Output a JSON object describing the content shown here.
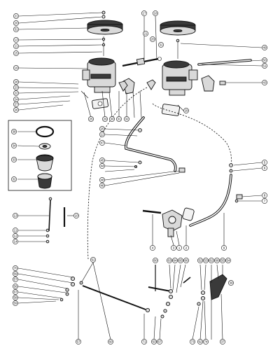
{
  "callouts": {
    "c_tl1": "21",
    "c_tl2": "20",
    "c_tl3": "31",
    "c_l4": "13",
    "c_l5": "11",
    "c_l6": "15",
    "c_l7": "19",
    "c_l8": "28",
    "c_l9": "23",
    "c_l10": "22",
    "c_l11": "24",
    "c_l12": "27",
    "c_l13": "26",
    "c_top1": "17",
    "c_top2": "18",
    "c_tr1": "21",
    "c_tr2": "20",
    "c_tr3": "31",
    "c_r1": "49",
    "c_r2": "50",
    "c_r3": "51",
    "c_r4": "43",
    "c_m1": "25",
    "c_m2": "29",
    "c_m3": "30",
    "c_m4": "31",
    "c_m5": "32",
    "c_m6": "29",
    "c_b1": "38",
    "c_b2": "34",
    "c_b3": "33",
    "c_b4": "32",
    "c_c1": "25",
    "c_c2": "12",
    "c_c3": "47",
    "c_c4": "45",
    "c_c5": "44",
    "c_c6": "48",
    "c_c7": "46",
    "c_r5": "5",
    "c_r6": "6",
    "c_r7": "8",
    "c_r8": "7",
    "c_l14": "13",
    "c_l15": "10",
    "c_l16": "11",
    "c_l17": "12",
    "c_l18": "14",
    "c_p1": "4",
    "c_p2": "3",
    "c_p3": "1",
    "c_p4": "2",
    "c_p5": "9",
    "c_bl1": "70",
    "c_bl2": "69",
    "c_bl3": "57",
    "c_bl4": "56",
    "c_bl5": "67",
    "c_bl6": "58",
    "c_bl7": "59",
    "c_bb1": "61",
    "c_bb2": "60",
    "c_bc1": "63",
    "c_bc2": "64",
    "c_bc3": "65",
    "c_bc4": "66",
    "c_bc5": "52",
    "c_bc6": "53",
    "c_br1": "62",
    "c_br2": "68",
    "c_br3": "55",
    "c_br4": "54",
    "c_br5": "39",
    "c_bot1": "57",
    "c_bot2": "60",
    "c_bot3": "71",
    "c_bot4": "63",
    "c_bot5": "67",
    "c_bot6": "73",
    "c_bot7": "62",
    "c_bot8": "74",
    "c_bot9": "37"
  }
}
